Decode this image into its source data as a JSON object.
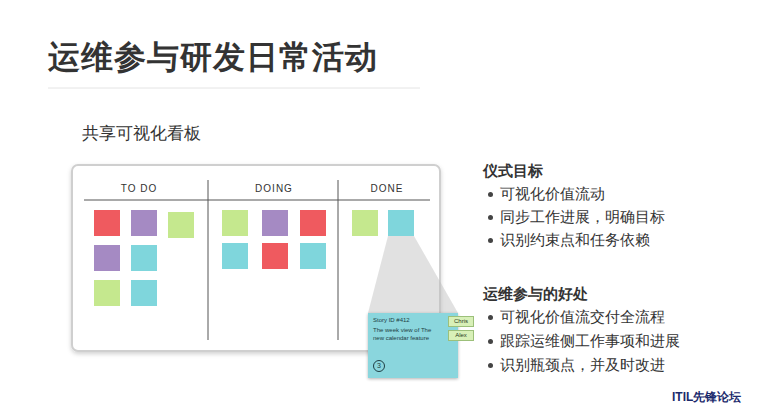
{
  "diagram": {
    "title": "运维参与研发日常活动",
    "nodes": [
      {
        "text": [
          "TO DO"
        ]
      },
      {
        "text": [
          "DOING"
        ]
      },
      {
        "text": [
          "DONE"
        ]
      },
      {
        "text": [
          "Story ID #412",
          "The week view of The new calendar feature",
          "3"
        ]
      },
      {
        "text": [
          "Chris"
        ],
        "in": 3
      },
      {
        "text": [
          "Alex"
        ],
        "in": 3
      }
    ],
    "labels": [
      "共享可视化看板",
      "仪式目标",
      "可视化价值流动",
      "同步工作进展，明确目标",
      "识别约束点和任务依赖",
      "运维参与的好处",
      "可视化价值流交付全流程",
      "跟踪运维侧工作事项和进展",
      "识别瓶颈点，并及时改进",
      "ITIL先锋论坛"
    ]
  }
}
